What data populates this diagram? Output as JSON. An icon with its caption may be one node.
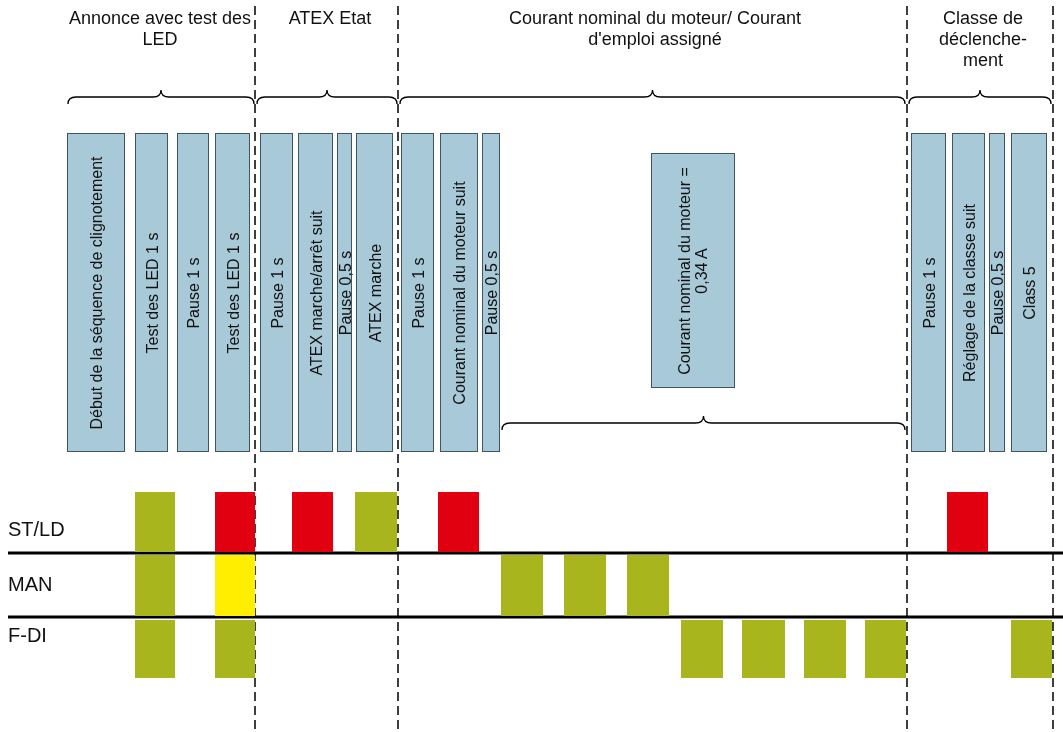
{
  "diagram": {
    "nodes": [
      {
        "text": [
          "Début de la séquence de clignotement"
        ]
      },
      {
        "text": [
          "Test des LED 1 s"
        ]
      },
      {
        "text": [
          "Pause 1 s"
        ]
      },
      {
        "text": [
          "Test des LED 1 s"
        ]
      },
      {
        "text": [
          "Pause 1 s"
        ]
      },
      {
        "text": [
          "ATEX marche/arrêt suit"
        ]
      },
      {
        "text": [
          "Pause 0,5 s"
        ]
      },
      {
        "text": [
          "ATEX marche"
        ]
      },
      {
        "text": [
          "Pause 1 s"
        ]
      },
      {
        "text": [
          "Courant nominal du moteur suit"
        ]
      },
      {
        "text": [
          "Pause 0,5 s"
        ]
      },
      {
        "text": [
          "Courant nominal du moteur = 0,34 A"
        ]
      },
      {
        "text": [
          "Pause 1 s"
        ]
      },
      {
        "text": [
          "Réglage de la classe suit"
        ]
      },
      {
        "text": [
          "Pause 0,5 s"
        ]
      },
      {
        "text": [
          "Class 5"
        ]
      }
    ],
    "edges": [],
    "labels": [
      "Annonce avec test des LED",
      "ATEX Etat",
      "Courant nominal du moteur/ Courant d'emploi assigné",
      "Classe de déclenche-ment",
      "ST/LD",
      "MAN",
      "F-DI"
    ]
  }
}
